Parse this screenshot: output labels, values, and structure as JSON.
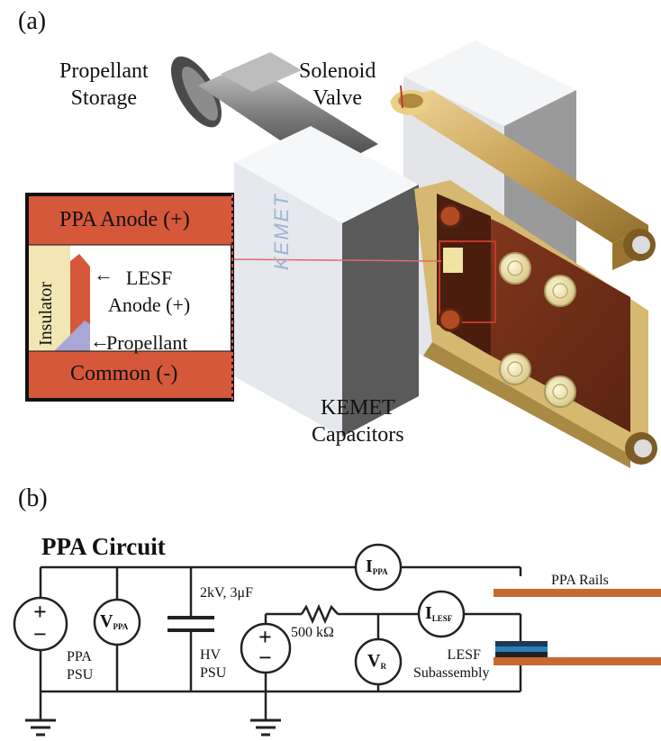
{
  "panel_a": {
    "label": "(a)",
    "labels": {
      "propellant_storage": [
        "Propellant",
        "Storage"
      ],
      "solenoid_valve": [
        "Solenoid",
        "Valve"
      ],
      "kemet_capacitors": [
        "KEMET",
        "Capacitors"
      ],
      "kemet_brand": "KEMET"
    },
    "inset": {
      "ppa_anode": "PPA Anode (+)",
      "insulator": "Insulator",
      "lesf_anode": [
        "LESF",
        "Anode (+)"
      ],
      "propellant": "Propellant",
      "common": "Common (-)",
      "lesf_arrow": "←",
      "propellant_arrow": "←"
    }
  },
  "panel_b": {
    "label": "(b)",
    "title": "PPA Circuit",
    "labels": {
      "ppa_psu": [
        "PPA",
        "PSU"
      ],
      "hv_psu": [
        "HV",
        "PSU"
      ],
      "capacitor": "2kV, 3μF",
      "resistor": "500 kΩ",
      "ppa_rails": "PPA Rails",
      "lesf_subassembly": [
        "LESF",
        "Subassembly"
      ]
    },
    "meters": {
      "v_ppa": {
        "main": "V",
        "sub": "PPA"
      },
      "i_ppa": {
        "main": "I",
        "sub": "PPA"
      },
      "i_lesf": {
        "main": "I",
        "sub": "LESF"
      },
      "v_r": {
        "main": "V",
        "sub": "R"
      }
    },
    "source_signs": {
      "plus": "+",
      "minus": "−"
    }
  },
  "colors": {
    "electrode": "#d5583a",
    "insulator": "#f1e6b4",
    "propellant": "#a9a7d6",
    "kemet_body": "#e9ebee",
    "brass": "#d4b26a",
    "rail": "#c8692f",
    "lesf_blue": "#2a7fb8"
  }
}
